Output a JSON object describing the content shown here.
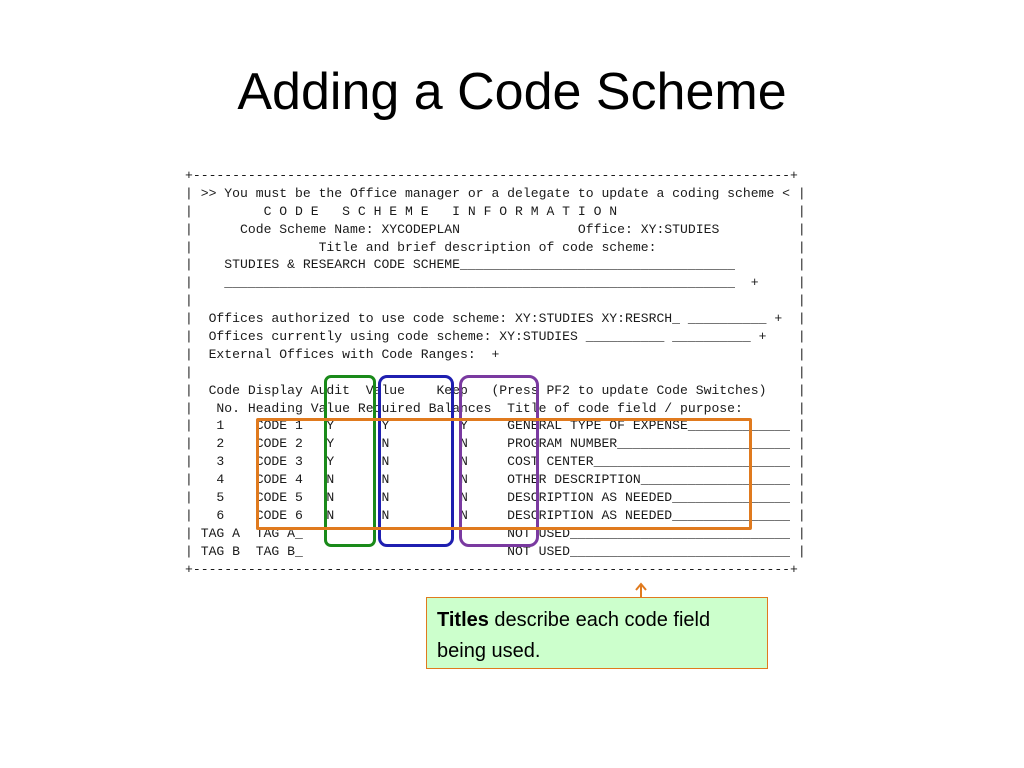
{
  "slide": {
    "title": "Adding a Code Scheme"
  },
  "screen": {
    "lines": [
      "+----------------------------------------------------------------------------+",
      "| >> You must be the Office manager or a delegate to update a coding scheme < |",
      "|         C O D E   S C H E M E   I N F O R M A T I O N                       |",
      "|      Code Scheme Name: XYCODEPLAN               Office: XY:STUDIES          |",
      "|                Title and brief description of code scheme:                  |",
      "|    STUDIES & RESEARCH CODE SCHEME___________________________________        |",
      "|    _________________________________________________________________  +     |",
      "|                                                                             |",
      "|  Offices authorized to use code scheme: XY:STUDIES XY:RESRCH_ __________ +  |",
      "|  Offices currently using code scheme: XY:STUDIES __________ __________ +    |",
      "|  External Offices with Code Ranges:  +                                      |",
      "|                                                                             |",
      "|  Code Display Audit  Value    Keep   (Press PF2 to update Code Switches)    |",
      "|   No. Heading Value Required Balances  Title of code field / purpose:       |",
      "|   1    CODE 1   Y      Y         Y     GENERAL TYPE OF EXPENSE_____________ |",
      "|   2    CODE 2   Y      N         N     PROGRAM NUMBER______________________ |",
      "|   3    CODE 3   Y      N         N     COST CENTER_________________________ |",
      "|   4    CODE 4   N      N         N     OTHER DESCRIPTION___________________ |",
      "|   5    CODE 5   N      N         N     DESCRIPTION AS NEEDED_______________ |",
      "|   6    CODE 6   N      N         N     DESCRIPTION AS NEEDED_______________ |",
      "| TAG A  TAG A_                          NOT USED____________________________ |",
      "| TAG B  TAG B_                          NOT USED____________________________ |",
      "+----------------------------------------------------------------------------+"
    ]
  },
  "callout": {
    "bold": "Titles",
    "text": " describe each code field being used."
  },
  "colors": {
    "audit": "#1a8a1a",
    "value": "#1f1fb0",
    "keep": "#7a3aa0",
    "titles": "#e07a1e",
    "callout_bg": "#ccffcc"
  }
}
